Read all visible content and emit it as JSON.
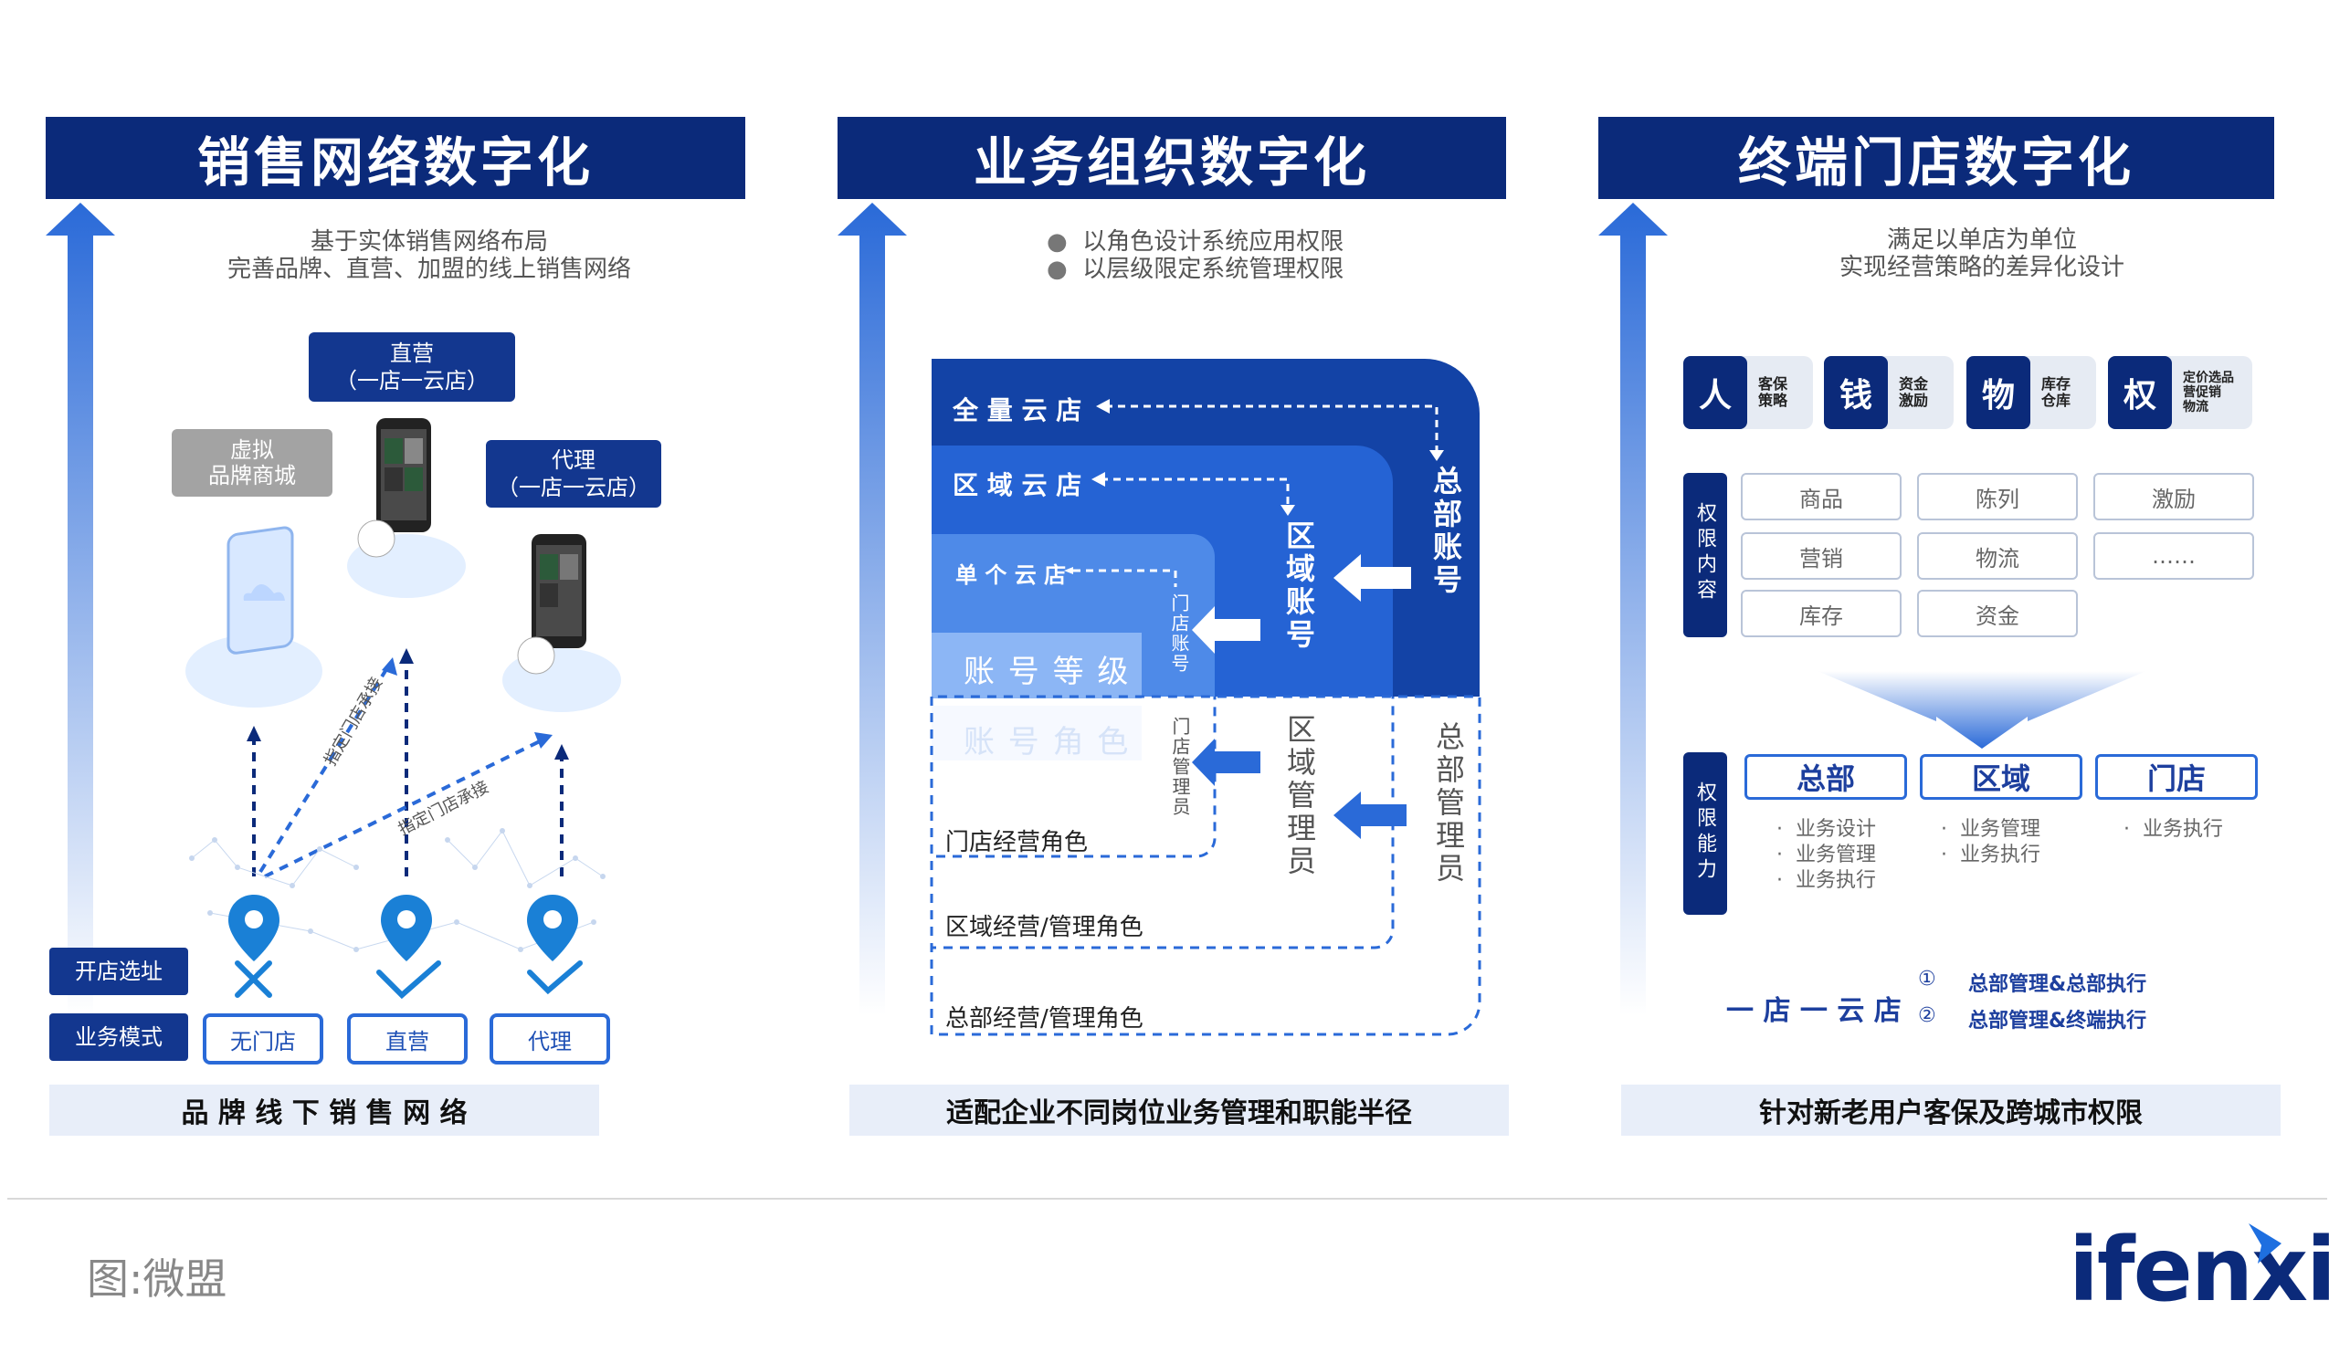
{
  "colors": {
    "navy": "#0b2a7a",
    "blue": "#2a6ad8",
    "light_bg": "#e8eef9"
  },
  "panel1": {
    "title": "销售网络数字化",
    "subtitle_line1": "基于实体销售网络布局",
    "subtitle_line2": "完善品牌、直营、加盟的线上销售网络",
    "zhiying_line1": "直营",
    "zhiying_line2": "（一店一云店）",
    "xuni_line1": "虚拟",
    "xuni_line2": "品牌商城",
    "daili_line1": "代理",
    "daili_line2": "（一店一云店）",
    "diag_label1": "指定门店承接",
    "diag_label2": "指定门店承接",
    "label_site": "开店选址",
    "label_mode": "业务模式",
    "mode_items": [
      "无门店",
      "直营",
      "代理"
    ],
    "footer": "品 牌 线 下 销 售 网 络"
  },
  "panel2": {
    "title": "业务组织数字化",
    "bullet1": "以角色设计系统应用权限",
    "bullet2": "以层级限定系统管理权限",
    "quanliang": "全 量 云 店",
    "quyu": "区 域 云 店",
    "dange": "单 个 云 店",
    "zhanghao_dengji": "账 号 等 级",
    "zhanghao_juese": "账 号 角 色",
    "zongbu_zhanghao": "总部账号",
    "quyu_zhanghao": "区域账号",
    "mendian_zhanghao": "门店账号",
    "zongbu_guanli": "总部管理员",
    "quyu_guanli": "区域管理员",
    "mendian_guanli": "门店管理员",
    "role_store": "门店经营角色",
    "role_region": "区域经营/管理角色",
    "role_hq": "总部经营/管理角色",
    "footer": "适配企业不同岗位业务管理和职能半径"
  },
  "panel3": {
    "title": "终端门店数字化",
    "subtitle_line1": "满足以单店为单位",
    "subtitle_line2": "实现经营策略的差异化设计",
    "pills": [
      {
        "char": "人",
        "l1": "客保",
        "l2": "策略",
        "l3": ""
      },
      {
        "char": "钱",
        "l1": "资金",
        "l2": "激励",
        "l3": ""
      },
      {
        "char": "物",
        "l1": "库存",
        "l2": "仓库",
        "l3": ""
      },
      {
        "char": "权",
        "l1": "定价选品",
        "l2": "营促销",
        "l3": "物流"
      }
    ],
    "quanxian_neirong": "权限内容",
    "content_cells": [
      "商品",
      "陈列",
      "激励",
      "营销",
      "物流",
      "……",
      "库存",
      "资金"
    ],
    "quanxian_nengli": "权限能力",
    "cap_titles": [
      "总部",
      "区域",
      "门店"
    ],
    "cap_hq": [
      "业务设计",
      "业务管理",
      "业务执行"
    ],
    "cap_region": [
      "业务管理",
      "业务执行"
    ],
    "cap_store": [
      "业务执行"
    ],
    "one_store": "一 店 一 云 店",
    "num1": "①",
    "num2": "②",
    "opt1": "总部管理&总部执行",
    "opt2": "总部管理&终端执行",
    "footer": "针对新老用户客保及跨城市权限"
  },
  "source": "图:微盟",
  "logo": "ifenxi"
}
